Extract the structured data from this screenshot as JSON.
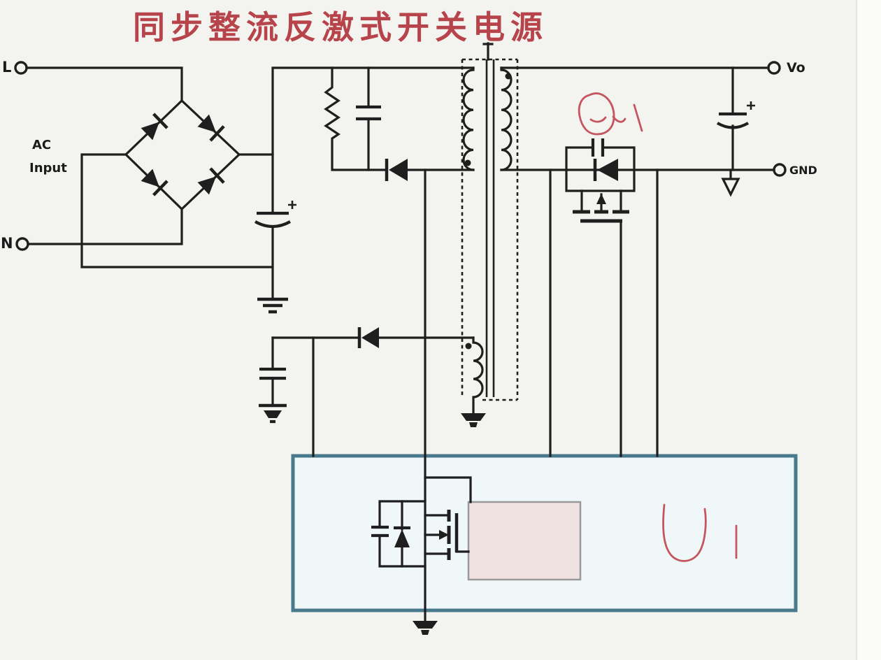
{
  "title": {
    "text": "同步整流反激式开关电源"
  },
  "input_section": {
    "line_label": "L",
    "neutral_label": "N",
    "ac_label_line1": "AC",
    "ac_label_line2": "Input"
  },
  "output_section": {
    "vout_label": "Vo",
    "ground_label": "GND"
  },
  "annotations": {
    "q1": "Q1",
    "u1": "U1"
  },
  "colors": {
    "background": "#f3f3f0",
    "wire": "#1f1f1f",
    "title_red": "#b7444b",
    "annotation_red": "#c4565f",
    "ic_box_border": "#49798c",
    "ic_box_fill": "#eff7f9",
    "driver_box_fill": "#f1e2e2",
    "driver_box_border": "#9a9a9a"
  }
}
